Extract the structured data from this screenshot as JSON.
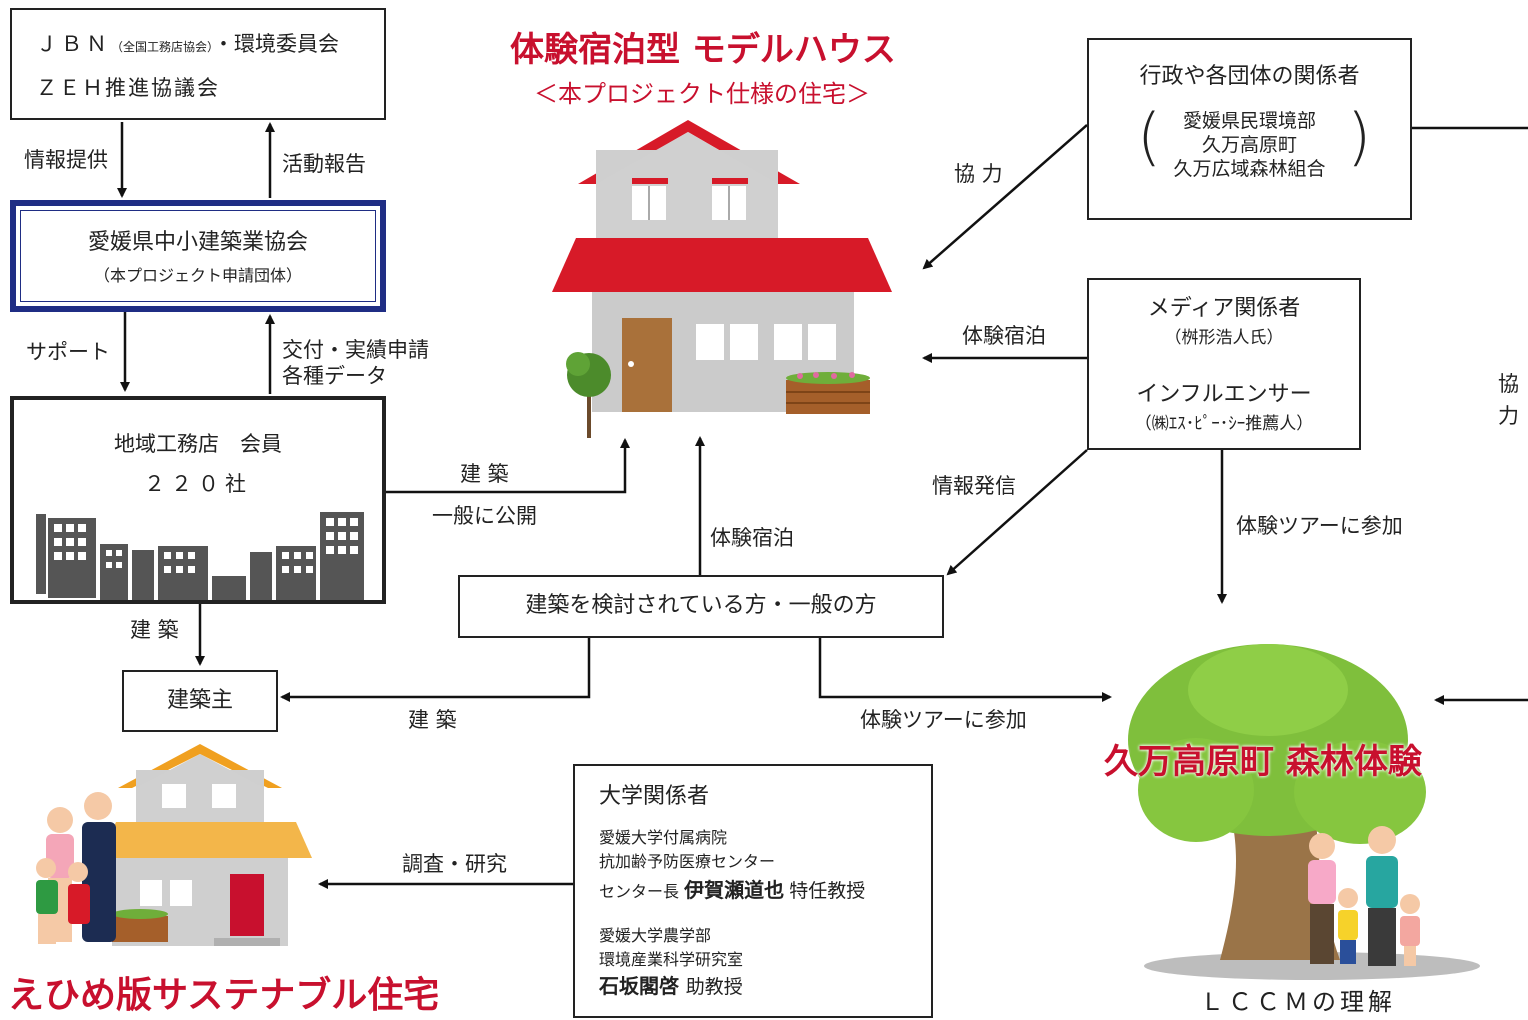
{
  "jbn": {
    "line1_a": "ＪＢＮ",
    "line1_small": "（全国工務店協会）",
    "line1_b": "・環境委員会",
    "line2": "ＺＥＨ推進協議会"
  },
  "assoc": {
    "title": "愛媛県中小建築業協会",
    "sub": "（本プロジェクト申請団体）"
  },
  "builders": {
    "title": "地域工務店　会員",
    "count": "２２０社"
  },
  "client": {
    "label": "建築主"
  },
  "considering": {
    "label": "建築を検討されている方・一般の方"
  },
  "model_house": {
    "title": "体験宿泊型 モデルハウス",
    "subtitle": "＜本プロジェクト仕様の住宅＞"
  },
  "gov": {
    "title": "行政や各団体の関係者",
    "items": [
      "愛媛県民環境部",
      "久万高原町",
      "久万広域森林組合"
    ]
  },
  "media": {
    "title": "メディア関係者",
    "title_sub": "（桝形浩人氏）",
    "influencer": "インフルエンサー",
    "influencer_sub": "（㈱ｴｽ･ﾋﾟｰ･ｼｰ推薦人）"
  },
  "univ": {
    "title": "大学関係者",
    "a1": "愛媛大学付属病院",
    "a2": "抗加齢予防医療センター",
    "a3_pre": "センター長",
    "a3_name": "伊賀瀬道也",
    "a3_post": "特任教授",
    "b1": "愛媛大学農学部",
    "b2": "環境産業科学研究室",
    "b3_name": "石坂閣啓",
    "b3_post": "助教授"
  },
  "forest": {
    "title": "久万高原町 森林体験",
    "caption": "ＬＣＣＭの理解"
  },
  "sustainable": {
    "title": "えひめ版サステナブル住宅"
  },
  "labels": {
    "info_provide": "情報提供",
    "activity_report": "活動報告",
    "support": "サポート",
    "grant_1": "交付・実績申請",
    "grant_2": "各種データ",
    "build_a": "建 築",
    "public": "一般に公開",
    "build_b": "建 築",
    "build_c": "建 築",
    "stay_a": "体験宿泊",
    "stay_b": "体験宿泊",
    "cooperate_a": "協 力",
    "cooperate_b1": "協",
    "cooperate_b2": "力",
    "info_send": "情報発信",
    "tour_a": "体験ツアーに参加",
    "tour_b": "体験ツアーに参加",
    "research": "調査・研究"
  },
  "colors": {
    "accent_red": "#c8102e",
    "assoc_border": "#1f2d84",
    "tree_green": "#7fbf3c",
    "roof_orange": "#f0a020"
  }
}
